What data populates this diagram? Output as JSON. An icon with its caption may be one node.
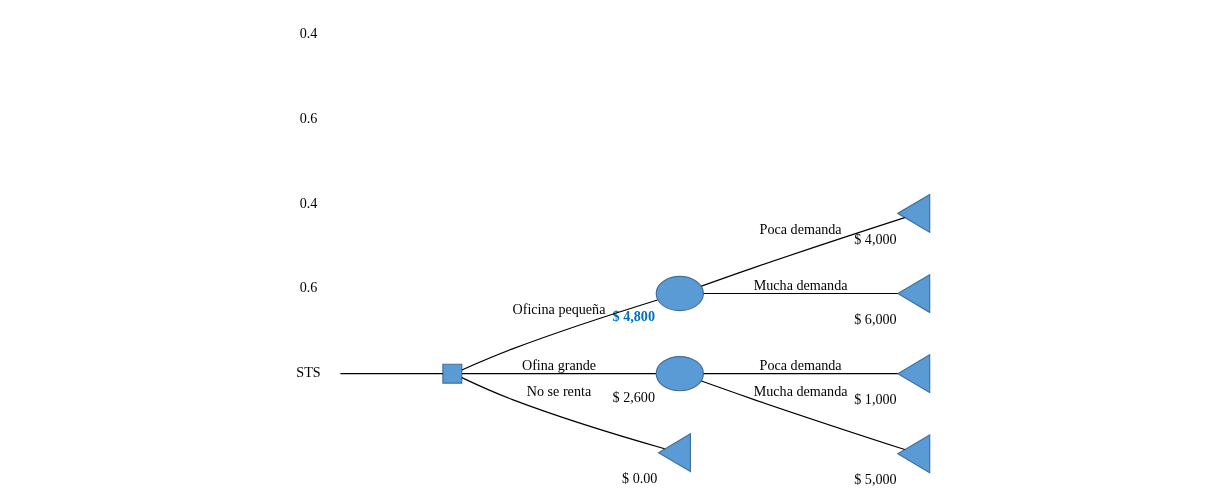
{
  "diagram": {
    "nodes": [
      {
        "text": [
          "STS"
        ]
      },
      {
        "text": [],
        "shape": "box"
      },
      {
        "text": [],
        "shape": "circle",
        "beside": [
          "$ 4,800"
        ]
      },
      {
        "text": [],
        "shape": "triangle",
        "beside": [
          "$ 4,000"
        ]
      },
      {
        "text": [],
        "shape": "triangle",
        "beside": [
          "$ 6,000"
        ]
      },
      {
        "text": [],
        "shape": "circle",
        "beside": [
          "$ 2,600"
        ]
      },
      {
        "text": [],
        "shape": "triangle",
        "beside": [
          "$ 1,000"
        ]
      },
      {
        "text": [],
        "shape": "triangle",
        "beside": [
          "$ 5,000"
        ]
      },
      {
        "text": [],
        "shape": "triangle",
        "beside": [
          "$ 0.00"
        ]
      }
    ],
    "edges": [
      {
        "from": 0,
        "to": 1,
        "arrow": "none"
      },
      {
        "from": 1,
        "to": 2,
        "arrow": "none",
        "label": "Oficina pequeña"
      },
      {
        "from": 1,
        "to": 5,
        "arrow": "none",
        "label": "Ofina grande"
      },
      {
        "from": 1,
        "to": 8,
        "arrow": "none",
        "label": "No se renta"
      },
      {
        "from": 2,
        "to": 3,
        "arrow": "none",
        "label": "Poca demanda"
      },
      {
        "from": 2,
        "to": 4,
        "arrow": "none",
        "label": "Mucha demanda"
      },
      {
        "from": 5,
        "to": 6,
        "arrow": "none",
        "label": "Poca demanda"
      },
      {
        "from": 5,
        "to": 7,
        "arrow": "none",
        "label": "Mucha demanda"
      }
    ],
    "labels": [
      "0.6",
      "0.4",
      "0.6",
      "0.4"
    ]
  }
}
